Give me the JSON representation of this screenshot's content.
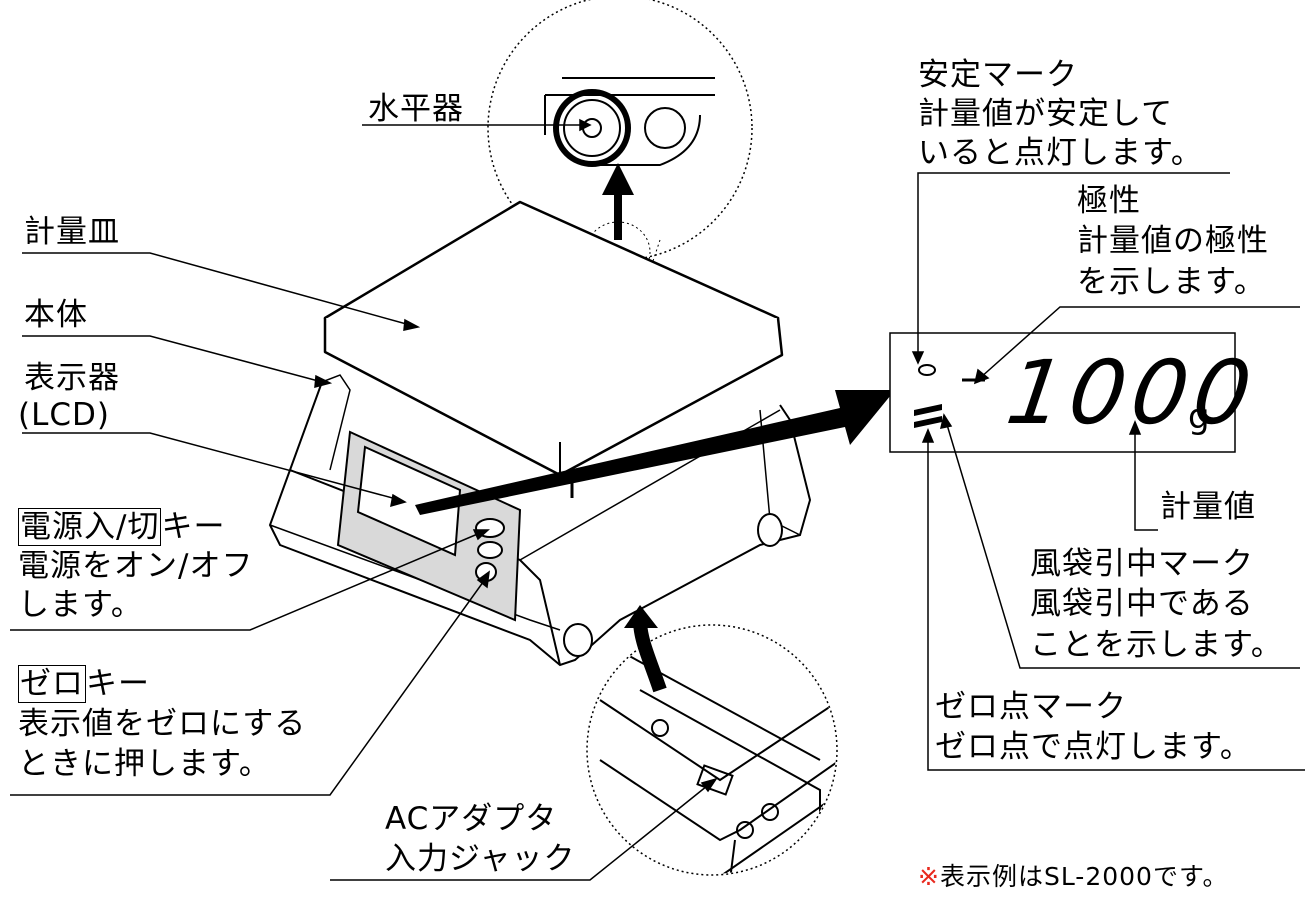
{
  "labels": {
    "level": "水平器",
    "pan": "計量皿",
    "body": "本体",
    "display_line1": "表示器",
    "display_line2": "(LCD)",
    "power_key_name": "電源入/切",
    "power_key_suffix": "キー",
    "power_desc_line1": "電源をオン/オフ",
    "power_desc_line2": "します。",
    "zero_key_name": "ゼロ",
    "zero_key_suffix": "キー",
    "zero_desc_line1": "表示値をゼロにする",
    "zero_desc_line2": "ときに押します。",
    "ac_line1": "ACアダプタ",
    "ac_line2": "入力ジャック",
    "stable_line1": "安定マーク",
    "stable_line2": "計量値が安定して",
    "stable_line3": "いると点灯します。",
    "polarity_line1": "極性",
    "polarity_line2": "計量値の極性",
    "polarity_line3": "を示します。",
    "weight_value": "計量値",
    "windbag_line1": "風袋引中マーク",
    "windbag_line2": "風袋引中である",
    "windbag_line3": "ことを示します。",
    "zero_point_line1": "ゼロ点マーク",
    "zero_point_line2": "ゼロ点で点灯します。",
    "note_mark": "※",
    "note_text": "表示例はSL-2000です。"
  },
  "lcd": {
    "digits": "1000",
    "unit": "g"
  }
}
